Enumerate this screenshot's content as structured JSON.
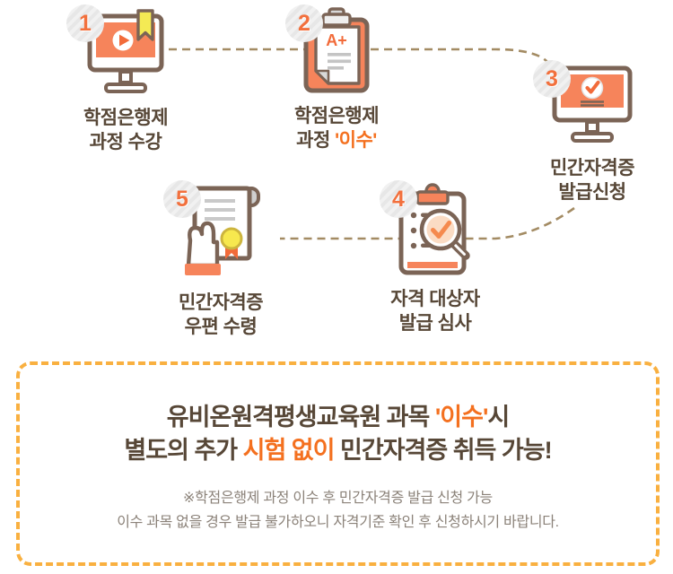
{
  "colors": {
    "icon_fill_orange": "#f6845b",
    "accent_orange": "#f4701f",
    "outline_brown": "#7b6456",
    "label_brown": "#574737",
    "connector_tan": "#a38b63",
    "box_border_yellow": "#f9b040",
    "note_gray": "#8b8279",
    "bookmark_yellow": "#f4ea54",
    "seal_yellow": "#f7e84e",
    "badge_bg": "#efefef",
    "badge_number": "#f2703d"
  },
  "steps": [
    {
      "number": "1",
      "icon": "monitor-play-icon",
      "line1": "학점은행제",
      "line2_pre": "과정 수강",
      "line2_hl": ""
    },
    {
      "number": "2",
      "icon": "clipboard-grade-icon",
      "line1": "학점은행제",
      "line2_pre": "과정 ",
      "line2_hl": "'이수'",
      "grade": "A+"
    },
    {
      "number": "3",
      "icon": "monitor-check-icon",
      "line1": "민간자격증",
      "line2_pre": "발급신청",
      "line2_hl": ""
    },
    {
      "number": "4",
      "icon": "clipboard-review-icon",
      "line1": "자격 대상자",
      "line2_pre": "발급 심사",
      "line2_hl": ""
    },
    {
      "number": "5",
      "icon": "certificate-receive-icon",
      "line1": "민간자격증",
      "line2_pre": "우편 수령",
      "line2_hl": ""
    }
  ],
  "notice_box": {
    "headline": {
      "line1_pre": "유비온원격평생교육원 과목 ",
      "line1_hl": "'이수'",
      "line1_post": "시",
      "line2_pre": "별도의 추가 ",
      "line2_hl": "시험 없이",
      "line2_post": " 민간자격증 취득 가능!"
    },
    "notes": [
      "※학점은행제 과정 이수 후 민간자격증 발급 신청 가능",
      "이수 과목 없을 경우 발급 불가하오니 자격기준 확인 후 신청하시기 바랍니다."
    ]
  }
}
